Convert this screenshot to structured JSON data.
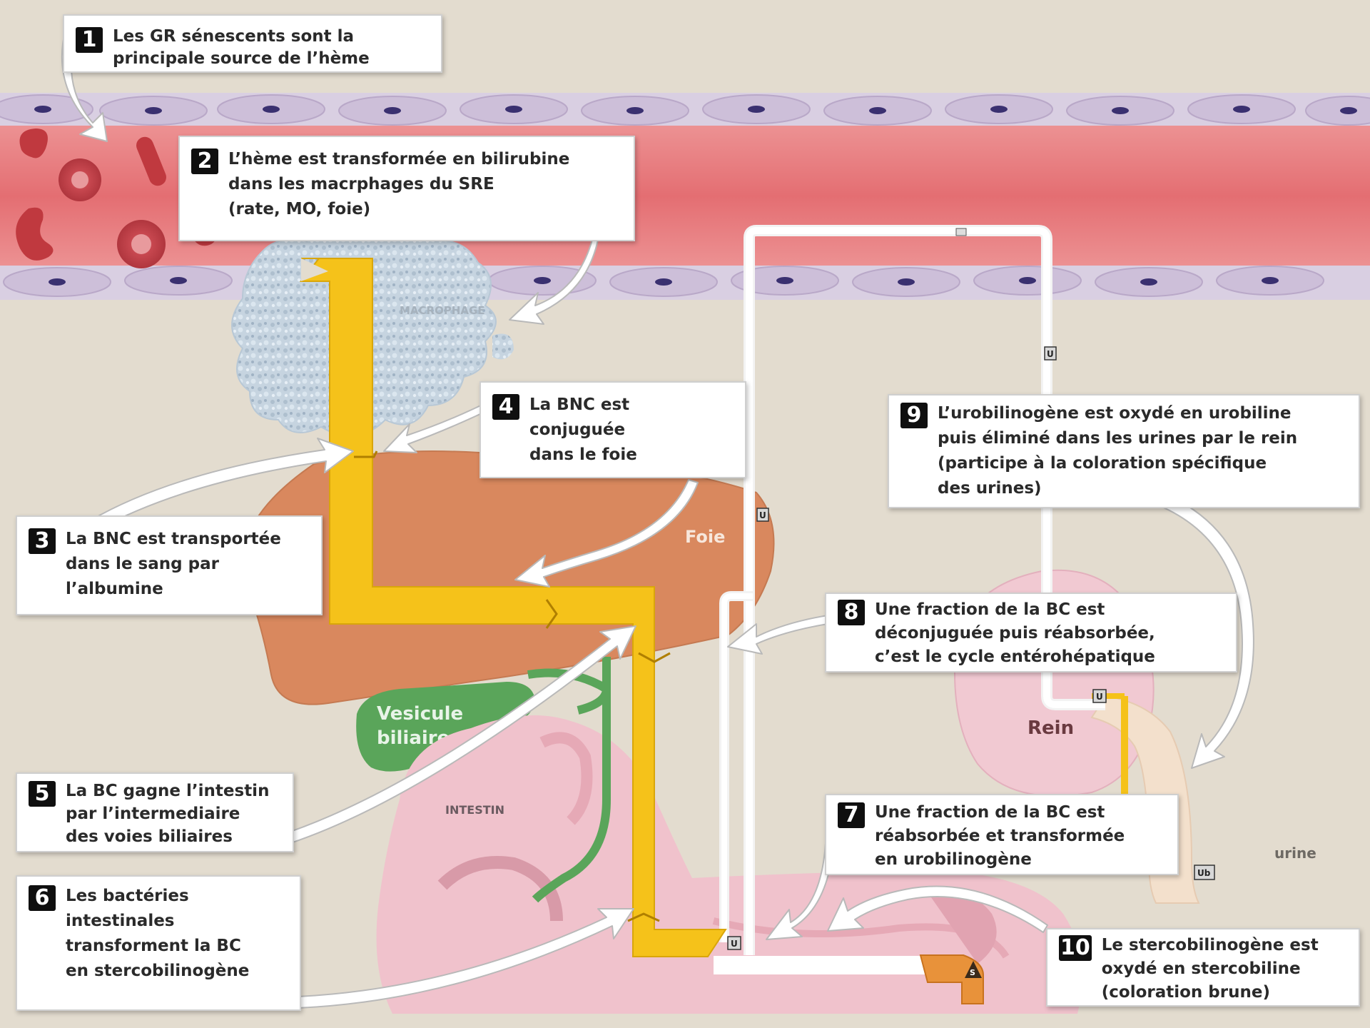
{
  "labels": {
    "macrophage": "MACROPHAGE",
    "foie": "Foie",
    "vesicule_line1": "Vesicule",
    "vesicule_line2": "biliaire",
    "intestin": "INTESTIN",
    "rein": "Rein",
    "urine": "urine"
  },
  "markers": {
    "u": "U",
    "ub": "Ub",
    "s": "S"
  },
  "callouts": [
    {
      "number": "1",
      "lines": [
        "Les GR sénescents sont la",
        "principale source de l’hème"
      ]
    },
    {
      "number": "2",
      "lines": [
        "L’hème est transformée en bilirubine",
        "dans les macrphages du SRE",
        "(rate, MO, foie)"
      ]
    },
    {
      "number": "3",
      "lines": [
        "La BNC est transportée",
        "dans le sang par",
        "l’albumine"
      ]
    },
    {
      "number": "4",
      "lines": [
        "La BNC est",
        "conjuguée",
        "dans le foie"
      ]
    },
    {
      "number": "5",
      "lines": [
        "La BC gagne l’intestin",
        "par l’intermediaire",
        "des voies biliaires"
      ]
    },
    {
      "number": "6",
      "lines": [
        "Les bactéries",
        "intestinales",
        "transforment la BC",
        "en stercobilinogène"
      ]
    },
    {
      "number": "7",
      "lines": [
        "Une fraction de la BC est",
        "réabsorbée et transformée",
        "en urobilinogène"
      ]
    },
    {
      "number": "8",
      "lines": [
        "Une fraction de la BC est",
        "déconjuguée puis réabsorbée,",
        "c’est le cycle entérohépatique"
      ]
    },
    {
      "number": "9",
      "lines": [
        "L’urobilinogène est oxydé en urobiline",
        "puis éliminé dans les urines par le rein",
        "(participe à la coloration spécifique",
        "des urines)"
      ]
    },
    {
      "number": "10",
      "lines": [
        "Le stercobilinogène est",
        "oxydé en stercobiline",
        "(coloration brune)"
      ]
    }
  ],
  "colors": {
    "background": "#e3dccf",
    "vessel": "#e9787a",
    "bile_pathway": "#f5c21a",
    "liver": "#d9885e",
    "gallbladder": "#5aa55a",
    "intestine": "#f0c2cc",
    "kidney": "#f1c9d2",
    "stercobilin": "#e8923a",
    "callout_number_bg": "#0f0f0f"
  }
}
